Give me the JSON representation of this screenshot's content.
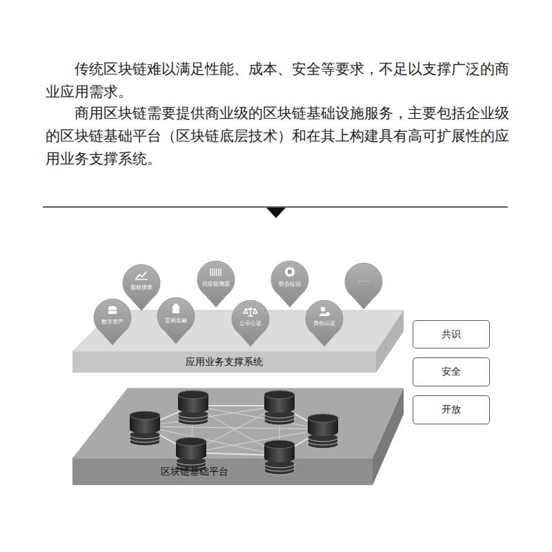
{
  "diagram": {
    "nodes": [
      {
        "text": [
          "股权债券"
        ]
      },
      {
        "text": [
          "供应链溯源"
        ]
      },
      {
        "text": [
          "联合征信"
        ]
      },
      {
        "text": [
          "......"
        ]
      },
      {
        "text": [
          "数字资产"
        ]
      },
      {
        "text": [
          "贸易金融"
        ]
      },
      {
        "text": [
          "公示公证"
        ]
      },
      {
        "text": [
          "身份认证"
        ]
      },
      {
        "text": [
          "共识"
        ]
      },
      {
        "text": [
          "应用业务支撑系统"
        ]
      },
      {
        "text": [
          "安全"
        ]
      },
      {
        "text": [
          "开放"
        ]
      },
      {
        "text": [
          "区块链基础平台"
        ]
      }
    ],
    "labels": [
      "传统区块链难以满足性能、成本、安全等要求，不足以支撑广泛的商业应用需求。",
      "商用区块链需要提供商业级的区块链基础设施服务，主要包括企业级的区块链基础平台（区块链底层技术）和在其上构建具有高可扩展性的应用业务支撑系统。"
    ]
  }
}
